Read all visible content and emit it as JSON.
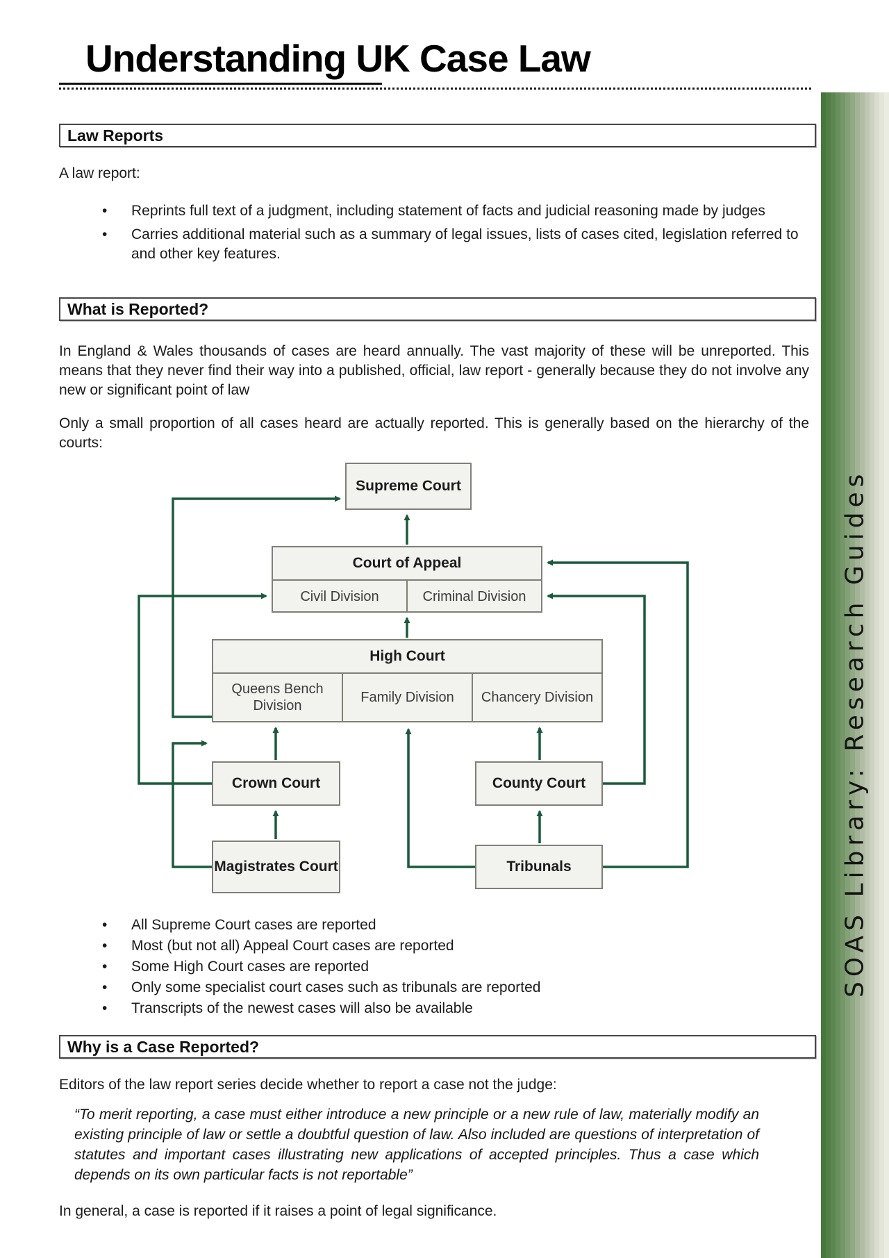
{
  "title": "Understanding UK Case Law",
  "sidebar": {
    "text": "SOAS Library: Research Guides",
    "gradient_from": "#47783b",
    "gradient_to": "#eaece1"
  },
  "law_reports": {
    "heading": "Law Reports",
    "intro": "A law report:",
    "bullets": [
      "Reprints full text of a judgment, including statement of facts and judicial reasoning made by judges",
      "Carries additional material such as a summary of legal issues, lists of cases cited, legislation referred to and other key features."
    ]
  },
  "what_is_reported": {
    "heading": "What is Reported?",
    "para1": "In England & Wales thousands of cases are heard annually. The vast majority of these will be unreported. This means that they never find their way into a published, official, law report - generally because they do not involve any new or significant point of law",
    "para2": "Only a small proportion of all cases heard are actually reported. This is generally based on the hierarchy of the courts:",
    "bullets": [
      "All Supreme Court cases are reported",
      "Most (but not all) Appeal Court cases are reported",
      "Some High Court cases are reported",
      "Only some specialist court cases such as tribunals are reported",
      "Transcripts of the newest cases will also be available"
    ]
  },
  "diagram": {
    "supreme": "Supreme Court",
    "court_of_appeal": "Court of Appeal",
    "civil_division": "Civil Division",
    "criminal_division": "Criminal Division",
    "high_court": "High Court",
    "queens_bench": "Queens Bench Division",
    "family_division": "Family Division",
    "chancery_division": "Chancery Division",
    "crown_court": "Crown Court",
    "county_court": "County Court",
    "magistrates_court": "Magistrates Court",
    "tribunals": "Tribunals",
    "arrow_color": "#1b5a3c",
    "box_fill": "#f2f3ee",
    "box_border": "#7e8078"
  },
  "why_reported": {
    "heading": "Why is a Case Reported?",
    "intro": "Editors of the law report series decide whether to report a case not the judge:",
    "quote": "“To merit reporting, a case must either introduce a new principle or a new rule of law, materially modify an existing principle of law or settle a doubtful question of law.  Also included are questions of interpretation of statutes and important cases illustrating new applications of accepted principles.  Thus a case which depends on its own particular facts is not reportable”",
    "closing": "In general, a case is reported if it raises a point of legal significance."
  }
}
